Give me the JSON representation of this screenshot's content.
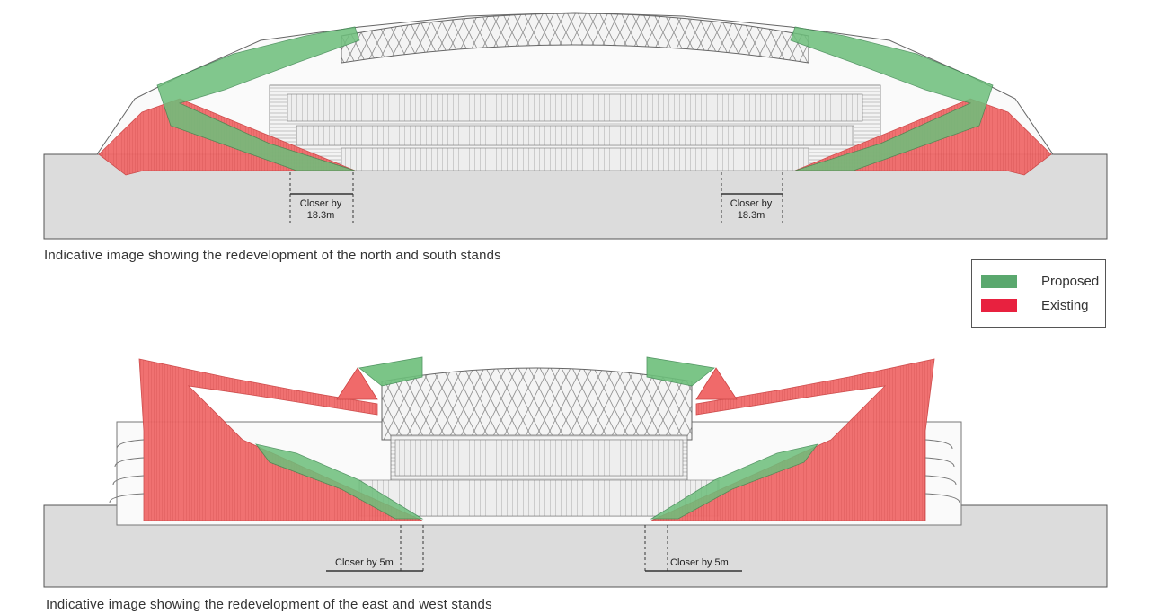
{
  "diagrams": {
    "north_south": {
      "caption": "Indicative image showing the redevelopment of the north and south stands",
      "left_dimension": {
        "line1": "Closer by",
        "line2": "18.3m"
      },
      "right_dimension": {
        "line1": "Closer by",
        "line2": "18.3m"
      }
    },
    "east_west": {
      "caption": "Indicative image showing the redevelopment of the east and west stands",
      "left_dimension": "Closer by 5m",
      "right_dimension": "Closer by 5m"
    }
  },
  "legend": {
    "items": [
      {
        "label": "Proposed",
        "color": "#5aa86e"
      },
      {
        "label": "Existing",
        "color": "#e8213f"
      }
    ]
  },
  "colors": {
    "ground": "#dcdcdc",
    "proposed_fill": "#6dbf7b",
    "existing_fill": "#f06a6a",
    "structure": "#777777"
  }
}
